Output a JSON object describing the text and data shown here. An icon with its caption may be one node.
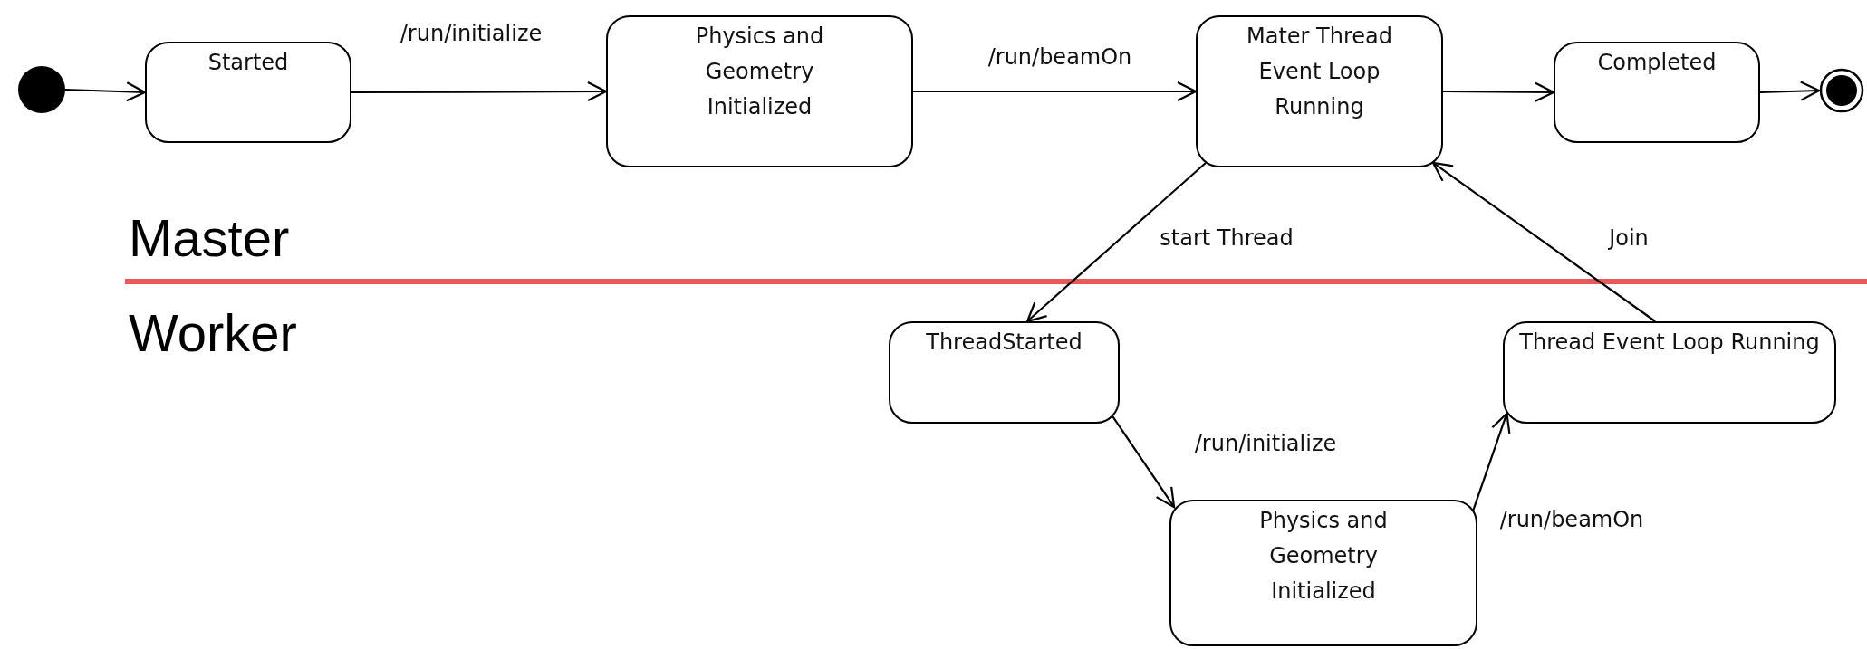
{
  "diagram": {
    "nodes": [
      {
        "text": [],
        "shape": "circle"
      },
      {
        "text": [
          "Started"
        ]
      },
      {
        "text": [
          "Physics and Geometry Initialized"
        ]
      },
      {
        "text": [
          "Mater Thread Event Loop Running"
        ]
      },
      {
        "text": [
          "Completed"
        ]
      },
      {
        "text": [],
        "shape": "circle"
      },
      {
        "text": [
          "ThreadStarted"
        ]
      },
      {
        "text": [
          "Physics and Geometry Initialized"
        ]
      },
      {
        "text": [
          "Thread Event Loop Running"
        ]
      }
    ],
    "edges": [
      {
        "from": 0,
        "to": 1,
        "arrow": "to"
      },
      {
        "from": 1,
        "to": 2,
        "arrow": "to",
        "label": "/run/initialize"
      },
      {
        "from": 2,
        "to": 3,
        "arrow": "to",
        "label": "/run/beamOn"
      },
      {
        "from": 3,
        "to": 4,
        "arrow": "to"
      },
      {
        "from": 4,
        "to": 5,
        "arrow": "to"
      },
      {
        "from": 3,
        "to": 6,
        "arrow": "to",
        "label": "start Thread"
      },
      {
        "from": 6,
        "to": 7,
        "arrow": "to",
        "label": "/run/initialize"
      },
      {
        "from": 7,
        "to": 8,
        "arrow": "to",
        "label": "/run/beamOn"
      },
      {
        "from": 8,
        "to": 3,
        "arrow": "to",
        "label": "Join"
      }
    ],
    "labels": [
      "Master",
      "Worker"
    ]
  }
}
